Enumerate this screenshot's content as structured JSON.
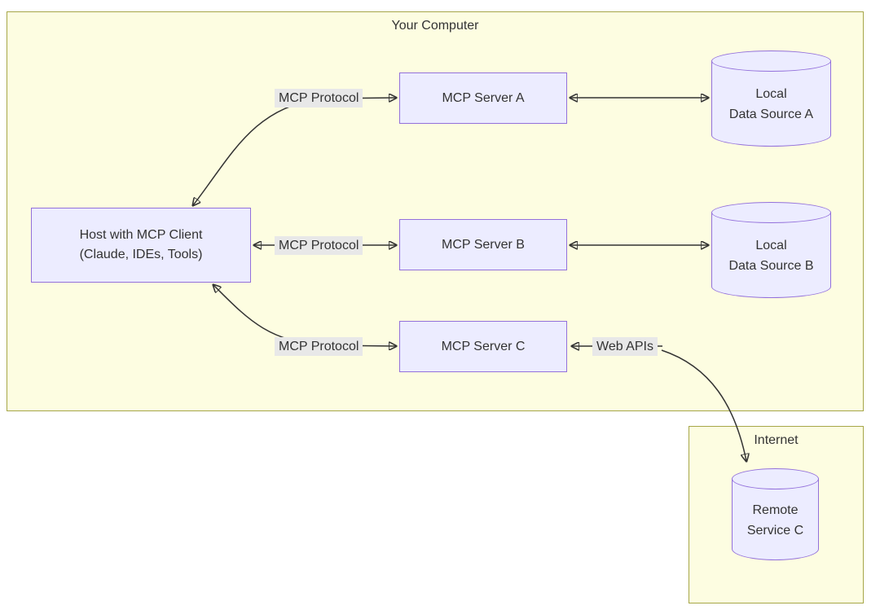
{
  "clusters": {
    "your_computer": {
      "label": "Your Computer"
    },
    "internet": {
      "label": "Internet"
    }
  },
  "nodes": {
    "host": {
      "line1": "Host with MCP Client",
      "line2": "(Claude, IDEs, Tools)"
    },
    "server_a": {
      "label": "MCP Server A"
    },
    "server_b": {
      "label": "MCP Server B"
    },
    "server_c": {
      "label": "MCP Server C"
    },
    "data_source_a": {
      "line1": "Local",
      "line2": "Data Source A"
    },
    "data_source_b": {
      "line1": "Local",
      "line2": "Data Source B"
    },
    "remote_service_c": {
      "line1": "Remote",
      "line2": "Service C"
    }
  },
  "edges": {
    "host_server_a": {
      "label": "MCP Protocol"
    },
    "host_server_b": {
      "label": "MCP Protocol"
    },
    "host_server_c": {
      "label": "MCP Protocol"
    },
    "server_c_remote": {
      "label": "Web APIs"
    }
  },
  "colors": {
    "background": "#ffffff",
    "cluster_fill": "#fdfde1",
    "cluster_border": "#a6a648",
    "node_fill": "#ececff",
    "node_border": "#9370db",
    "edge_label_bg": "#e8e8e8",
    "line": "#333333",
    "text": "#333333"
  }
}
